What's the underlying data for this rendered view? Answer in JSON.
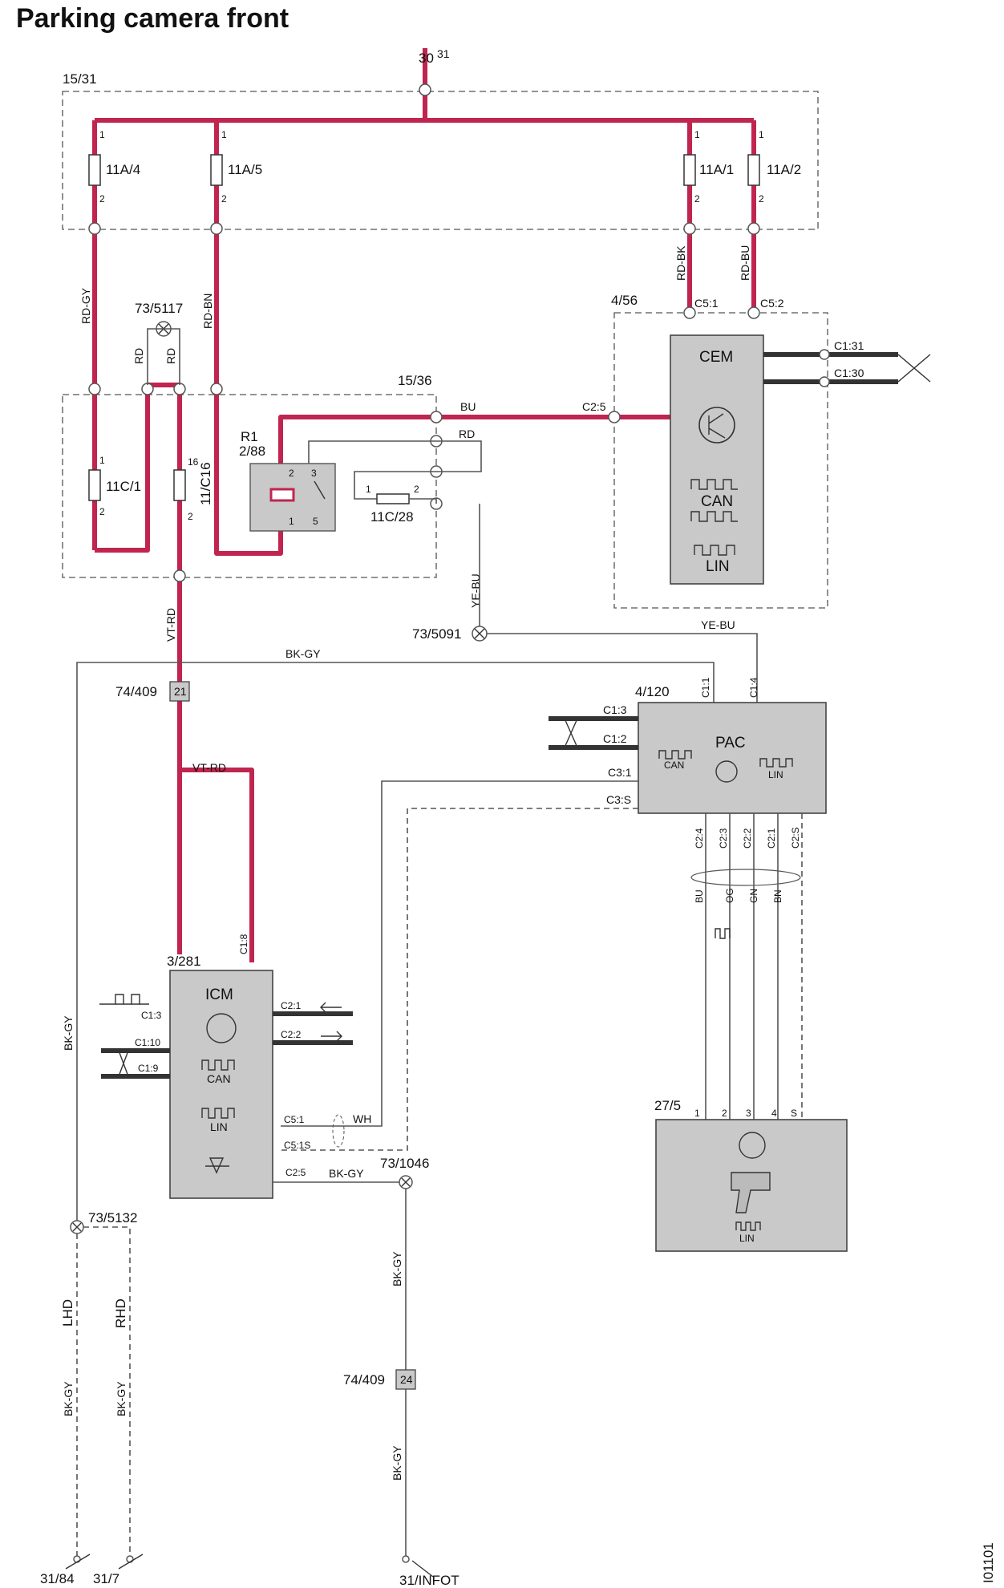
{
  "title": "Parking camera front",
  "supply": {
    "top": "30",
    "box1": "15/31",
    "box2": "15/36",
    "gnd_ref": "31"
  },
  "fuses": [
    {
      "id": "11A/4"
    },
    {
      "id": "11A/5"
    },
    {
      "id": "11A/1"
    },
    {
      "id": "11A/2"
    },
    {
      "id": "11C/1"
    },
    {
      "id": "11/C16"
    },
    {
      "id": "11C/28"
    }
  ],
  "relay": {
    "id_a": "R1",
    "id_b": "2/88"
  },
  "pins": {
    "p1": "1",
    "p2": "2",
    "p3": "3",
    "p5": "5",
    "p16": "16",
    "p4": "4",
    "ps": "S"
  },
  "splices": {
    "s5117": "73/5117",
    "s5091": "73/5091",
    "s5132": "73/5132",
    "s1046": "73/1046"
  },
  "connectors": {
    "c1": "74/409",
    "c1pin": "21",
    "c2": "74/409",
    "c2pin": "24"
  },
  "wires": {
    "rdgy": "RD-GY",
    "rd": "RD",
    "rdbn": "RD-BN",
    "rdbk": "RD-BK",
    "rdbu": "RD-BU",
    "bu": "BU",
    "yebu": "YE-BU",
    "vtrd": "VT-RD",
    "bkgy": "BK-GY",
    "og": "OG",
    "gn": "GN",
    "bn": "BN",
    "wh": "WH"
  },
  "cem": {
    "name": "CEM",
    "id": "4/56",
    "can": "CAN",
    "lin": "LIN",
    "pins": {
      "c51": "C5:1",
      "c52": "C5:2",
      "c25": "C2:5",
      "c131": "C1:31",
      "c130": "C1:30"
    }
  },
  "pac": {
    "name": "PAC",
    "id": "4/120",
    "can": "CAN",
    "lin": "LIN",
    "pins": {
      "c11": "C1:1",
      "c14": "C1:4",
      "c13": "C1:3",
      "c12": "C1:2",
      "c31": "C3:1",
      "c3s": "C3:S",
      "c24": "C2:4",
      "c23": "C2:3",
      "c22": "C2:2",
      "c21": "C2:1",
      "c2s": "C2:S"
    }
  },
  "icm": {
    "name": "ICM",
    "id": "3/281",
    "can": "CAN",
    "lin": "LIN",
    "pins": {
      "c18": "C1:8",
      "c13": "C1:3",
      "c110": "C1:10",
      "c19": "C1:9",
      "c21": "C2:1",
      "c22": "C2:2",
      "c51": "C5:1",
      "c51s": "C5:1S",
      "c25": "C2:5"
    }
  },
  "camera": {
    "id": "27/5",
    "lin": "LIN"
  },
  "variants": {
    "lhd": "LHD",
    "rhd": "RHD"
  },
  "grounds": {
    "g1": "31/84",
    "g2": "31/7",
    "g3": "31/INFOT"
  },
  "doc_code": "I01101",
  "colors": {
    "power_wire": "#c0254f",
    "module_fill": "#c9c9c9",
    "signal_wire": "#555555"
  }
}
